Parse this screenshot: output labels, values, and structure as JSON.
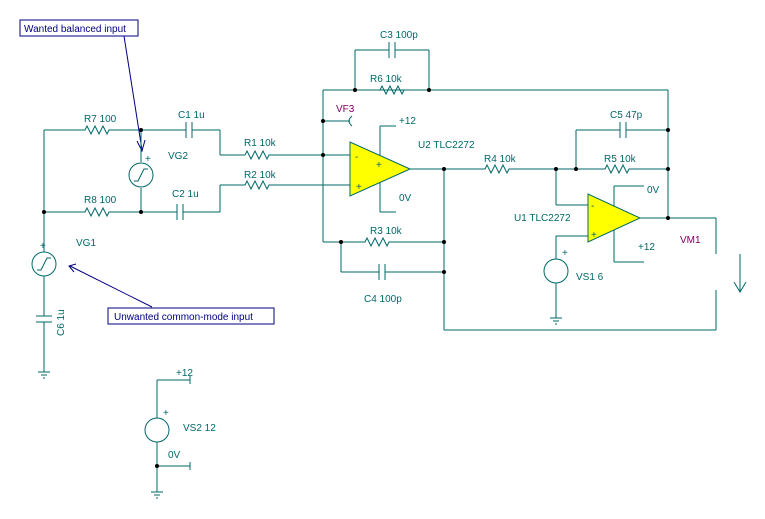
{
  "annotations": {
    "balanced": "Wanted balanced input",
    "common_mode": "Unwanted common-mode input"
  },
  "components": {
    "R7": "R7 100",
    "R8": "R8 100",
    "C1": "C1 1u",
    "C2": "C2 1u",
    "R1": "R1 10k",
    "R2": "R2 10k",
    "C3": "C3 100p",
    "R6": "R6 10k",
    "VF3": "VF3",
    "U2": "U2 TLC2272",
    "R3": "R3 10k",
    "C4": "C4 100p",
    "R4": "R4 10k",
    "C5": "C5 47p",
    "R5": "R5 10k",
    "U1": "U1 TLC2272",
    "VS1": "VS1 6",
    "VM1": "VM1",
    "VG1": "VG1",
    "VG2": "VG2",
    "C6": "C6 1u",
    "VS2": "VS2 12"
  },
  "rails": {
    "u2_pos": "+12",
    "u2_neg": "0V",
    "u1_pos": "+12",
    "u1_neg": "0V",
    "vs2_pos": "+12",
    "vs2_neg": "0V"
  },
  "signs": {
    "plus": "+",
    "minus": "-"
  },
  "colors": {
    "wire": "#006868",
    "opamp_fill": "#ffff00",
    "probe_label": "#800060",
    "annotation": "#000080"
  }
}
